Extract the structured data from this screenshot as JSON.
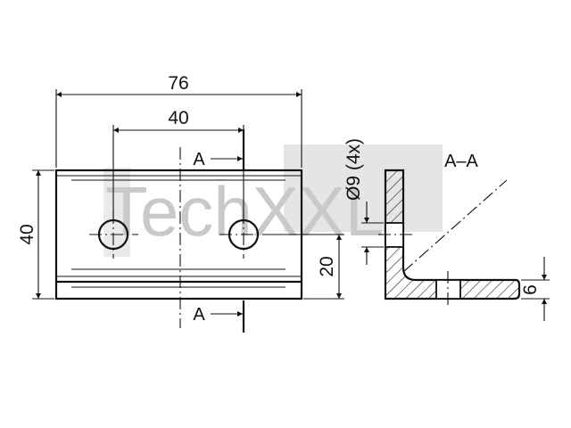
{
  "watermark": {
    "text": "TechXXL"
  },
  "dimensions": {
    "overall_length": "76",
    "hole_spacing": "40",
    "height": "40",
    "hole_height": "20",
    "hole_diameter": "Ø9 (4x)",
    "thickness": "6"
  },
  "section": {
    "marker_top": "A",
    "marker_bottom": "A",
    "view_title": "A–A"
  },
  "colors": {
    "line": "#111111",
    "watermark": "#c9c9c9",
    "background": "#ffffff"
  }
}
